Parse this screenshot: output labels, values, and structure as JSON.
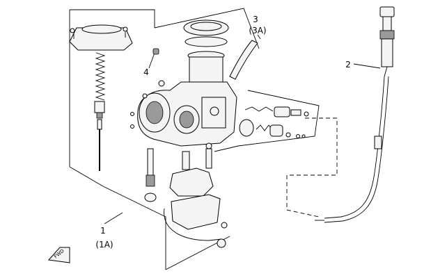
{
  "callouts": [
    {
      "id": "1",
      "text": "1"
    },
    {
      "id": "1A",
      "text": "(1A)"
    },
    {
      "id": "2",
      "text": "2"
    },
    {
      "id": "3",
      "text": "3"
    },
    {
      "id": "3A",
      "text": "(3A)"
    },
    {
      "id": "4",
      "text": "4"
    }
  ],
  "fwd_label": "FWD"
}
